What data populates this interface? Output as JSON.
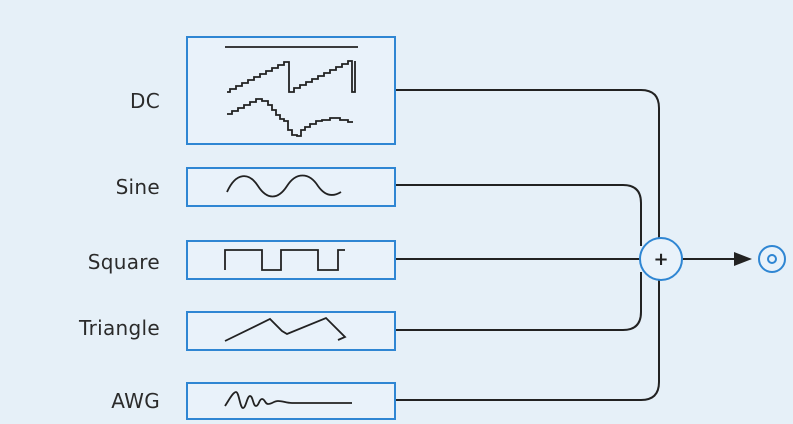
{
  "inputs": [
    {
      "label": "DC"
    },
    {
      "label": "Sine"
    },
    {
      "label": "Square"
    },
    {
      "label": "Triangle"
    },
    {
      "label": "AWG"
    }
  ],
  "summer": {
    "symbol": "+"
  },
  "colors": {
    "background": "#e6f0f8",
    "box_border": "#2f86d3",
    "box_fill": "#e9f2fa",
    "line": "#222222",
    "text": "#2b2b2b"
  }
}
